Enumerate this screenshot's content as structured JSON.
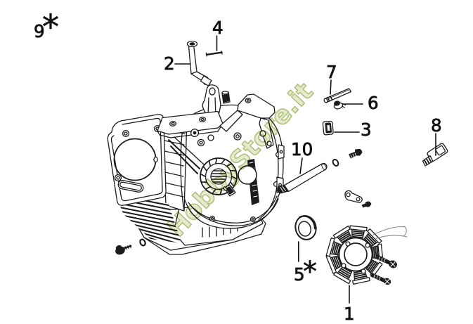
{
  "diagram": {
    "watermark": "HobbyStore.it",
    "background_color": "#ffffff",
    "line_color": "#1c1c1c",
    "watermark_fill": "#e3e9c9",
    "watermark_stroke": "#a9bc70",
    "callouts": [
      {
        "number": "1"
      },
      {
        "number": "2"
      },
      {
        "number": "3"
      },
      {
        "number": "4"
      },
      {
        "number": "5",
        "star": "*"
      },
      {
        "number": "6"
      },
      {
        "number": "7"
      },
      {
        "number": "8"
      },
      {
        "number": "9",
        "star": "*"
      },
      {
        "number": "10"
      }
    ]
  }
}
